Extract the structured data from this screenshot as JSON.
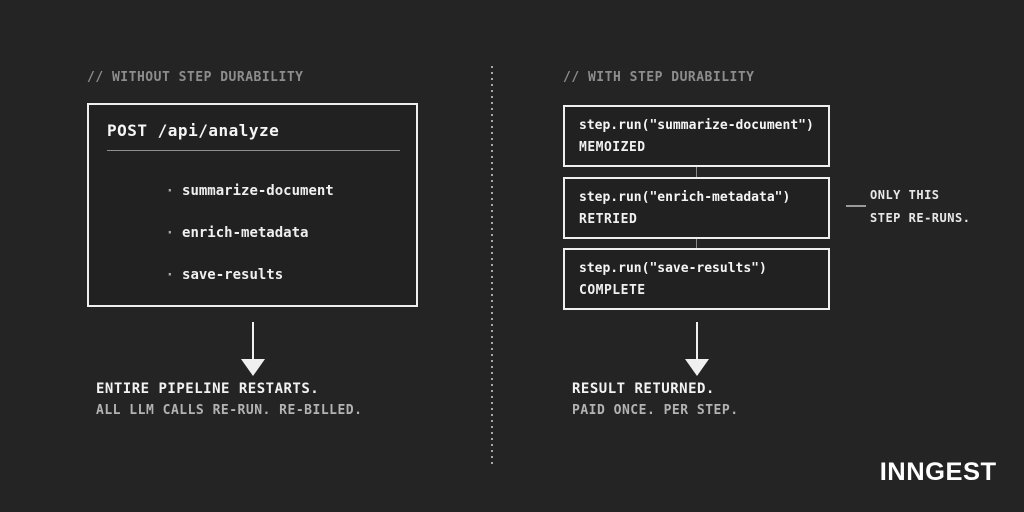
{
  "colors": {
    "background": "#242424",
    "box_fill": "#212121",
    "box_border": "#efefef",
    "text_primary": "#f5f5f5",
    "text_secondary": "#b3b3b3",
    "comment_gray": "#8d8d8d",
    "divider_gray": "#a8a8a8"
  },
  "left_panel": {
    "header": "// WITHOUT STEP DURABILITY",
    "request_box": {
      "title": "POST /api/analyze",
      "bullet": "·",
      "items": [
        "summarize-document",
        "enrich-metadata",
        "save-results"
      ]
    },
    "caption_primary": "ENTIRE PIPELINE RESTARTS.",
    "caption_secondary": "ALL LLM CALLS RE-RUN. RE-BILLED."
  },
  "right_panel": {
    "header": "// WITH STEP DURABILITY",
    "steps": [
      {
        "code": "step.run(\"summarize-document\")",
        "status": "MEMOIZED"
      },
      {
        "code": "step.run(\"enrich-metadata\")",
        "status": "RETRIED"
      },
      {
        "code": "step.run(\"save-results\")",
        "status": "COMPLETE"
      }
    ],
    "annotation": {
      "line1": "ONLY THIS",
      "line2": "STEP RE-RUNS."
    },
    "caption_primary": "RESULT RETURNED.",
    "caption_secondary": "PAID ONCE. PER STEP."
  },
  "footer": {
    "logo_text": "INNGEST"
  }
}
